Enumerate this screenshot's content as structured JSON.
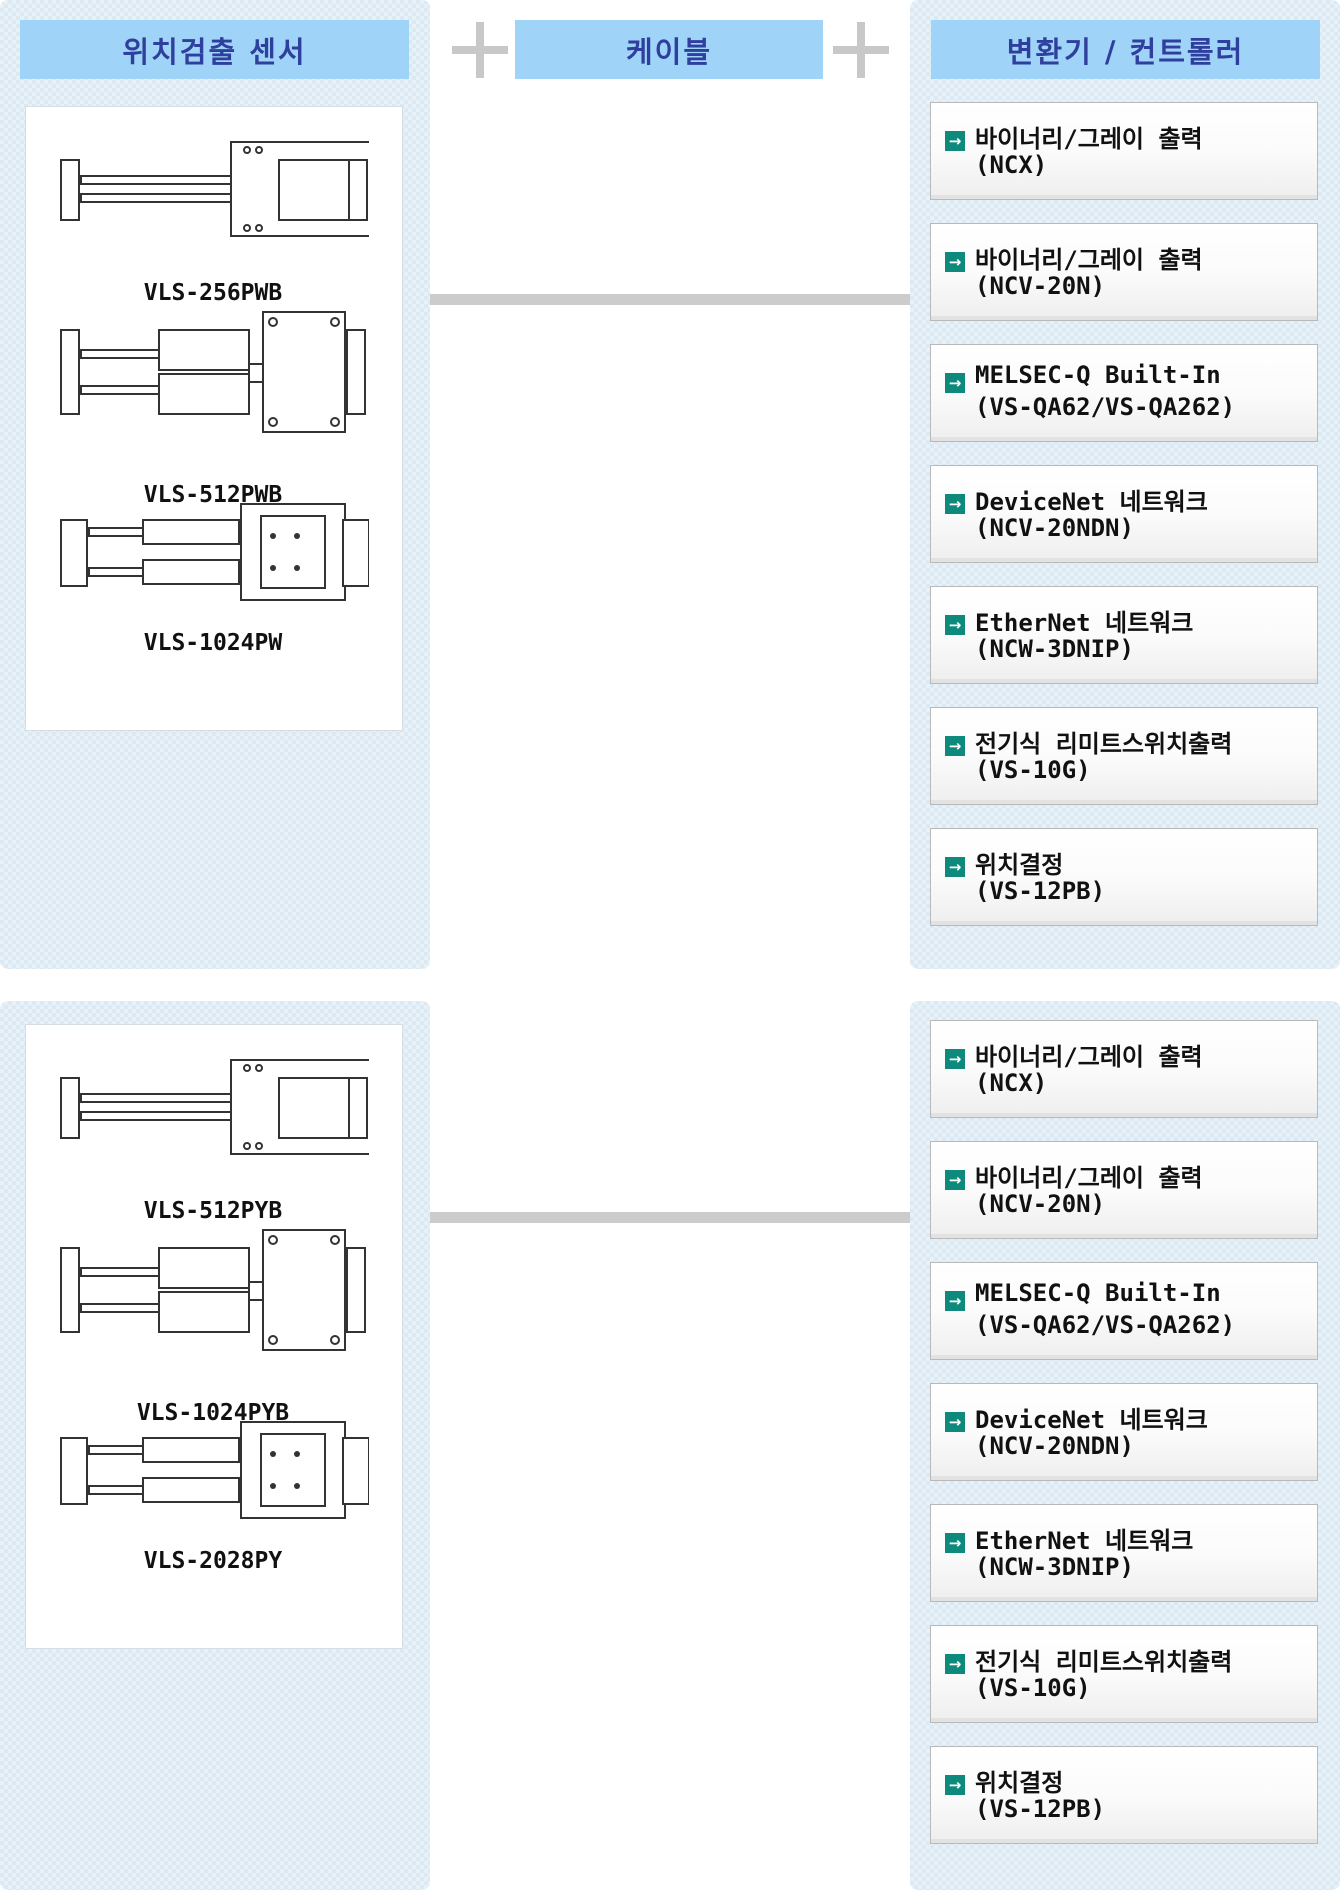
{
  "headers": {
    "sensor": "위치검출 센서",
    "cable": "케이블",
    "controller": "변환기 / 컨트롤러"
  },
  "groups": [
    {
      "sensors": [
        {
          "model": "VLS-256PWB",
          "icon": "linear-sensor-compact-icon"
        },
        {
          "model": "VLS-512PWB",
          "icon": "linear-sensor-rod-icon"
        },
        {
          "model": "VLS-1024PW",
          "icon": "linear-sensor-dual-rod-icon"
        }
      ],
      "controllers": [
        {
          "line1": "바이너리/그레이 출력",
          "line2": "(NCX)"
        },
        {
          "line1": "바이너리/그레이 출력",
          "line2": "(NCV-20N)"
        },
        {
          "line1": "MELSEC-Q Built-In",
          "line2": "(VS-QA62/VS-QA262)"
        },
        {
          "line1": "DeviceNet 네트워크",
          "line2": "(NCV-20NDN)"
        },
        {
          "line1": "EtherNet 네트워크",
          "line2": "(NCW-3DNIP)"
        },
        {
          "line1": "전기식 리미트스위치출력",
          "line2": "(VS-10G)"
        },
        {
          "line1": "위치결정",
          "line2": "(VS-12PB)"
        }
      ]
    },
    {
      "sensors": [
        {
          "model": "VLS-512PYB",
          "icon": "linear-sensor-compact-icon"
        },
        {
          "model": "VLS-1024PYB",
          "icon": "linear-sensor-rod-icon"
        },
        {
          "model": "VLS-2028PY",
          "icon": "linear-sensor-dual-rod-icon"
        }
      ],
      "controllers": [
        {
          "line1": "바이너리/그레이 출력",
          "line2": "(NCX)"
        },
        {
          "line1": "바이너리/그레이 출력",
          "line2": "(NCV-20N)"
        },
        {
          "line1": "MELSEC-Q Built-In",
          "line2": "(VS-QA62/VS-QA262)"
        },
        {
          "line1": "DeviceNet 네트워크",
          "line2": "(NCV-20NDN)"
        },
        {
          "line1": "EtherNet 네트워크",
          "line2": "(NCW-3DNIP)"
        },
        {
          "line1": "전기식 리미트스위치출력",
          "line2": "(VS-10G)"
        },
        {
          "line1": "위치결정",
          "line2": "(VS-12PB)"
        }
      ]
    }
  ],
  "colors": {
    "header_bg": "#9fd3f7",
    "header_text": "#2f3f9e",
    "panel_bg": "#dbe9f2",
    "arrow_bg": "#0e8a7c",
    "cable_line": "#cccccc"
  }
}
